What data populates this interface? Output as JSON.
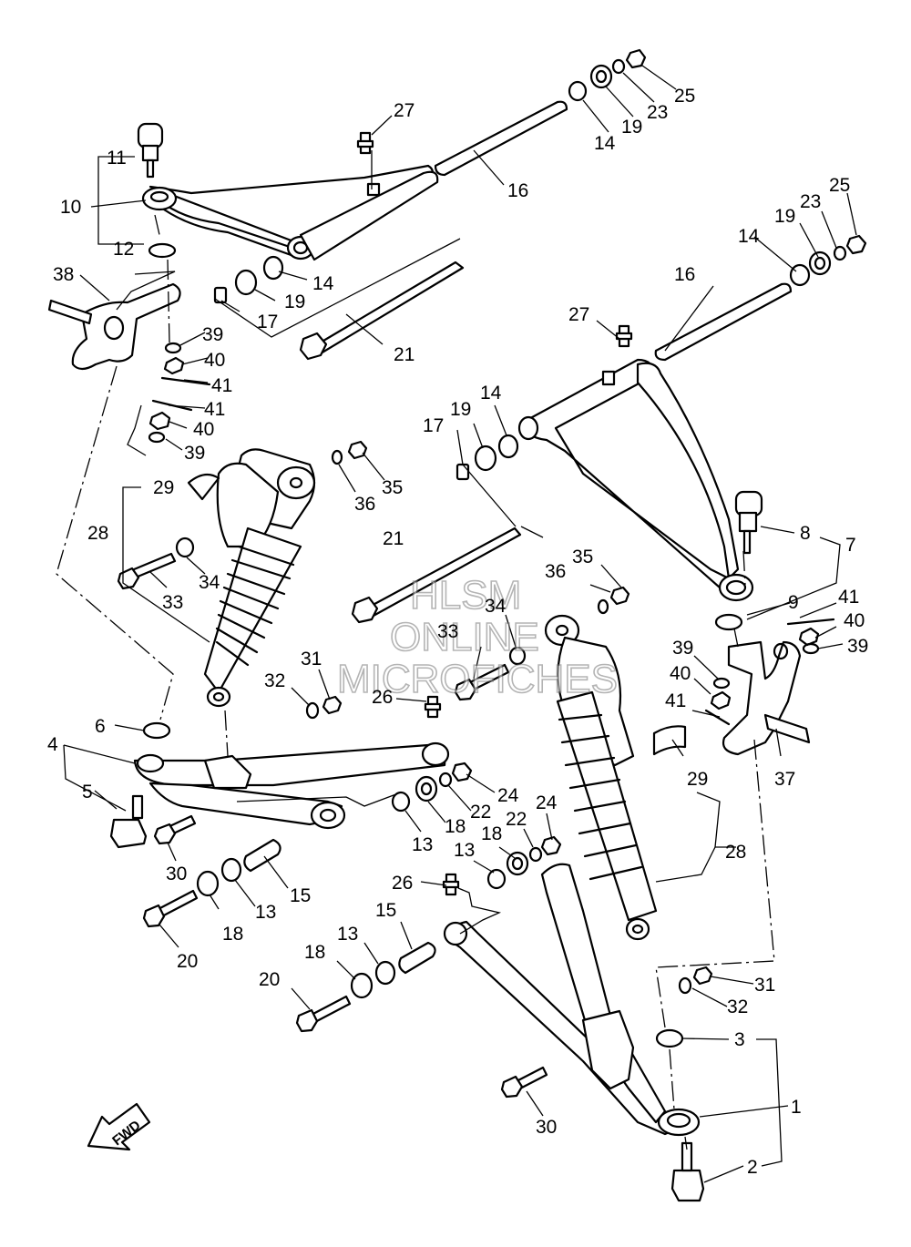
{
  "watermark": {
    "line1": "HLSM",
    "line2": "ONLINE",
    "line3": "MICROFICHES"
  },
  "fwd_label": "FWD",
  "callouts": {
    "c1": "1",
    "c2": "2",
    "c3": "3",
    "c4": "4",
    "c5": "5",
    "c6": "6",
    "c7": "7",
    "c8": "8",
    "c9": "9",
    "c10": "10",
    "c11": "11",
    "c12": "12",
    "c13a": "13",
    "c13b": "13",
    "c13c": "13",
    "c13d": "13",
    "c14a": "14",
    "c14b": "14",
    "c14c": "14",
    "c14d": "14",
    "c15a": "15",
    "c15b": "15",
    "c16a": "16",
    "c16b": "16",
    "c17a": "17",
    "c17b": "17",
    "c18a": "18",
    "c18b": "18",
    "c18c": "18",
    "c18d": "18",
    "c19a": "19",
    "c19b": "19",
    "c19c": "19",
    "c19d": "19",
    "c20a": "20",
    "c20b": "20",
    "c21a": "21",
    "c21b": "21",
    "c22a": "22",
    "c22b": "22",
    "c23a": "23",
    "c23b": "23",
    "c24a": "24",
    "c24b": "24",
    "c25a": "25",
    "c25b": "25",
    "c26a": "26",
    "c26b": "26",
    "c27a": "27",
    "c27b": "27",
    "c28a": "28",
    "c28b": "28",
    "c29a": "29",
    "c29b": "29",
    "c30a": "30",
    "c30b": "30",
    "c31a": "31",
    "c31b": "31",
    "c32a": "32",
    "c32b": "32",
    "c33a": "33",
    "c33b": "33",
    "c34a": "34",
    "c34b": "34",
    "c35a": "35",
    "c35b": "35",
    "c36a": "36",
    "c36b": "36",
    "c37": "37",
    "c38": "38",
    "c39a": "39",
    "c39b": "39",
    "c39c": "39",
    "c39d": "39",
    "c40a": "40",
    "c40b": "40",
    "c40c": "40",
    "c40d": "40",
    "c41a": "41",
    "c41b": "41",
    "c41c": "41",
    "c41d": "41"
  }
}
